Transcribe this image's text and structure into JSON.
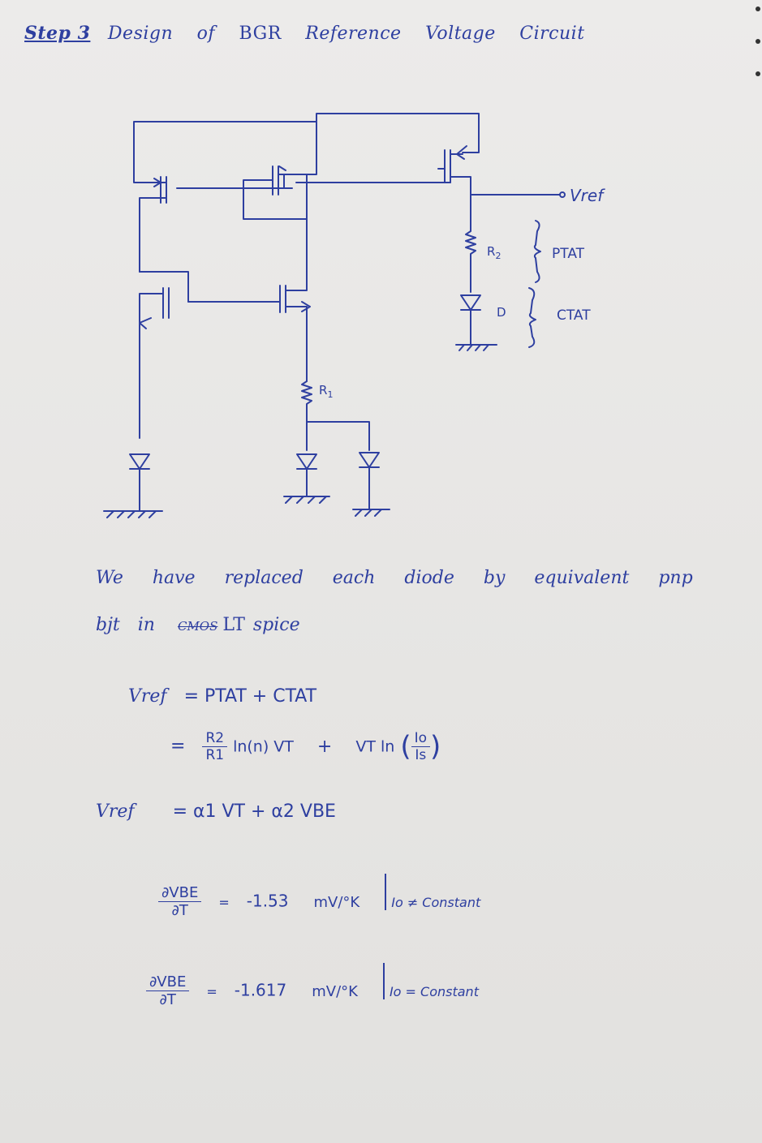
{
  "heading": {
    "step": "Step 3",
    "words": [
      "Design",
      "of",
      "BGR",
      "Reference",
      "Voltage",
      "Circuit"
    ]
  },
  "circuit": {
    "vref_label": "Vref",
    "r2_label": "R",
    "r2_sub": "2",
    "ptat_label": "PTAT",
    "d_label": "D",
    "ctat_label": "CTAT",
    "r1_label": "R",
    "r1_sub": "1"
  },
  "note": {
    "line1": [
      "We",
      "have",
      "replaced",
      "each",
      "diode",
      "by",
      "equivalent",
      "pnp"
    ],
    "line2_bjt": "bjt",
    "line2_in": "in",
    "line2_struck": "CMOS",
    "line2_lt": "LT",
    "line2_spice": "spice"
  },
  "equations": {
    "vref_lhs": "Vref",
    "eq1_rhs": "= PTAT + CTAT",
    "eq2_eq": "=",
    "eq2_r_num": "R2",
    "eq2_r_den": "R1",
    "eq2_term1": "ln(n) VT",
    "eq2_plus": "+",
    "eq2_term2": "VT ln",
    "eq2_i_num": "Io",
    "eq2_i_den": "Is",
    "eq3_lhs": "Vref",
    "eq3_rhs": "= α1 VT + α2 VBE",
    "d1_num": "∂VBE",
    "d1_den": "∂T",
    "d1_eq": "=",
    "d1_value": "-1.53",
    "d1_unit": "mV/°K",
    "d1_cond": "Io ≠ Constant",
    "d2_num": "∂VBE",
    "d2_den": "∂T",
    "d2_eq": "=",
    "d2_value": "-1.617",
    "d2_unit": "mV/°K",
    "d2_cond": "Io = Constant"
  }
}
